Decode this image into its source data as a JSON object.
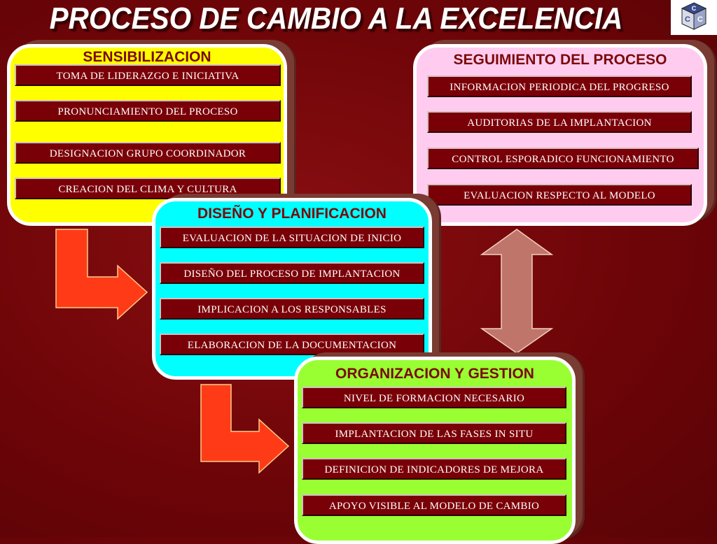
{
  "title": "PROCESO DE CAMBIO A LA EXCELENCIA",
  "colors": {
    "background": "#6e0508",
    "sensibilizacion": "#ffff00",
    "seguimiento": "#ffccf0",
    "diseno": "#00ffff",
    "organizacion": "#99ff33",
    "item_box": "#7a0008",
    "arrow_red": "#ff3b17",
    "double_arrow": "#c0756a"
  },
  "logo": {
    "letters": "C C C"
  },
  "sensibilizacion": {
    "title": "SENSIBILIZACION",
    "items": [
      "TOMA DE LIDERAZGO E INICIATIVA",
      "PRONUNCIAMIENTO DEL PROCESO",
      "DESIGNACION GRUPO  COORDINADOR",
      "CREACION DEL  CLIMA  Y  CULTURA"
    ]
  },
  "seguimiento": {
    "title": "SEGUIMIENTO DEL PROCESO",
    "items": [
      "INFORMACION PERIODICA DEL PROGRESO",
      "AUDITORIAS  DE LA  IMPLANTACION",
      "CONTROL  ESPORADICO FUNCIONAMIENTO",
      "EVALUACION RESPECTO AL MODELO"
    ]
  },
  "diseno": {
    "title": "DISEÑO  Y PLANIFICACION",
    "items": [
      "EVALUACION DE LA SITUACION DE INICIO",
      "DISEÑO DEL PROCESO DE IMPLANTACION",
      "IMPLICACION A  LOS RESPONSABLES",
      "ELABORACION DE LA  DOCUMENTACION"
    ]
  },
  "organizacion": {
    "title": "ORGANIZACION  Y GESTION",
    "items": [
      "NIVEL DE FORMACION NECESARIO",
      "IMPLANTACION DE LAS FASES IN SITU",
      "DEFINICION DE INDICADORES DE MEJORA",
      "APOYO VISIBLE AL MODELO DE CAMBIO"
    ]
  }
}
